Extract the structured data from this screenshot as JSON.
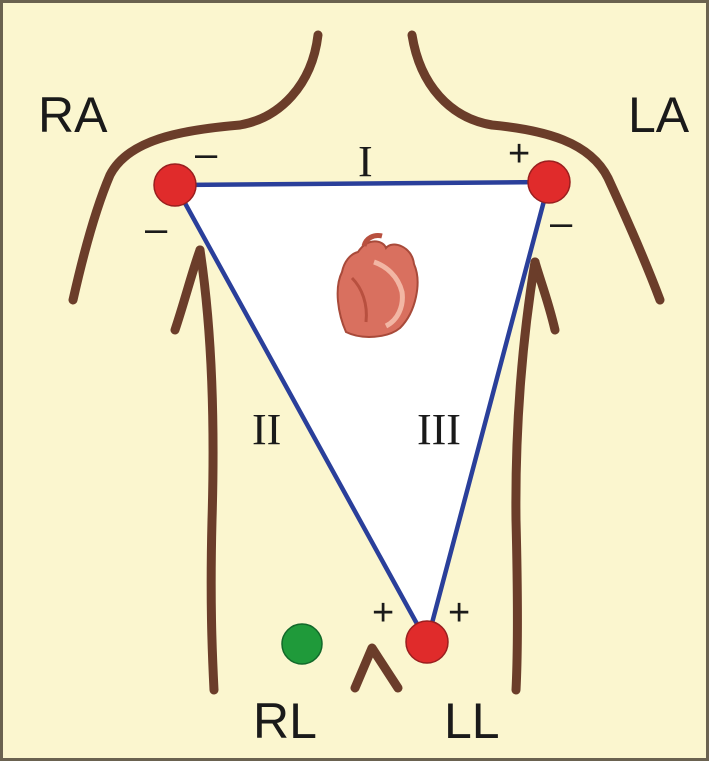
{
  "electrodes": {
    "ra": {
      "label": "RA",
      "color": "#e02b2b"
    },
    "la": {
      "label": "LA",
      "color": "#e02b2b"
    },
    "ll": {
      "label": "LL",
      "color": "#e02b2b"
    },
    "rl": {
      "label": "RL",
      "color": "#1f9a3a"
    }
  },
  "leads": {
    "i": {
      "label": "I",
      "pos_sign": "+",
      "neg_sign": "–"
    },
    "ii": {
      "label": "II",
      "pos_sign": "+",
      "neg_sign": "–"
    },
    "iii": {
      "label": "III",
      "pos_sign": "+",
      "neg_sign": "–"
    }
  },
  "colors": {
    "background": "#fbf6cf",
    "body_outline": "#6b3d2a",
    "lead_lines": "#2a3f9a",
    "triangle_fill": "#ffffff",
    "heart": "#d9705f"
  },
  "icons": {
    "heart": "heart-icon"
  }
}
